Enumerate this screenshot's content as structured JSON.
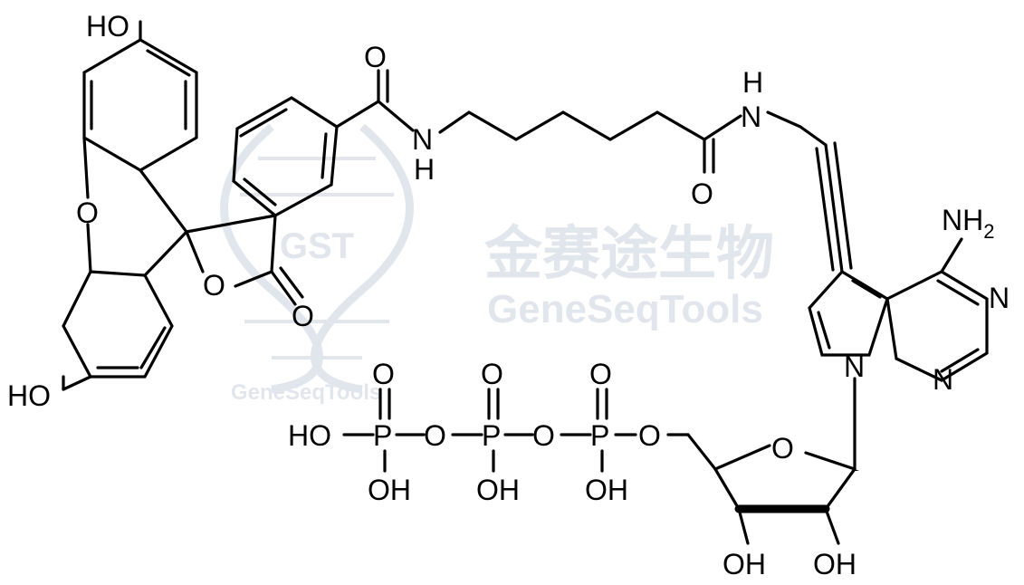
{
  "watermark": {
    "badge": "GST",
    "chinese": "金赛途生物",
    "brand": "GeneSeqTools",
    "brand_small": "GeneSeqTools",
    "color": "#c9d3df"
  },
  "atoms": {
    "ho_top": "HO",
    "ho_bottom": "HO",
    "o_xanthene": "O",
    "o_lactone_ring": "O",
    "o_lactone_carbonyl": "O",
    "o_amide1": "O",
    "n_amide1": "N",
    "h_amide1": "H",
    "o_amide2": "O",
    "n_amide2": "N",
    "h_amide2": "H",
    "nh2_n": "NH",
    "nh2_sub": "2",
    "n_pyrimidine_top": "N",
    "n_pyrimidine_bottom": "N",
    "n_pyrrole": "N",
    "o_sugar": "O",
    "oh_sugar_left": "OH",
    "oh_sugar_right": "OH",
    "o_link_5": "O",
    "p1": "P",
    "p2": "P",
    "p3": "P",
    "ho_p1": "HO",
    "o_bridge_1": "O",
    "o_bridge_2": "O",
    "o_dbl_p1": "O",
    "o_dbl_p2": "O",
    "o_dbl_p3": "O",
    "oh_p1": "OH",
    "oh_p2": "OH",
    "oh_p3": "OH"
  }
}
